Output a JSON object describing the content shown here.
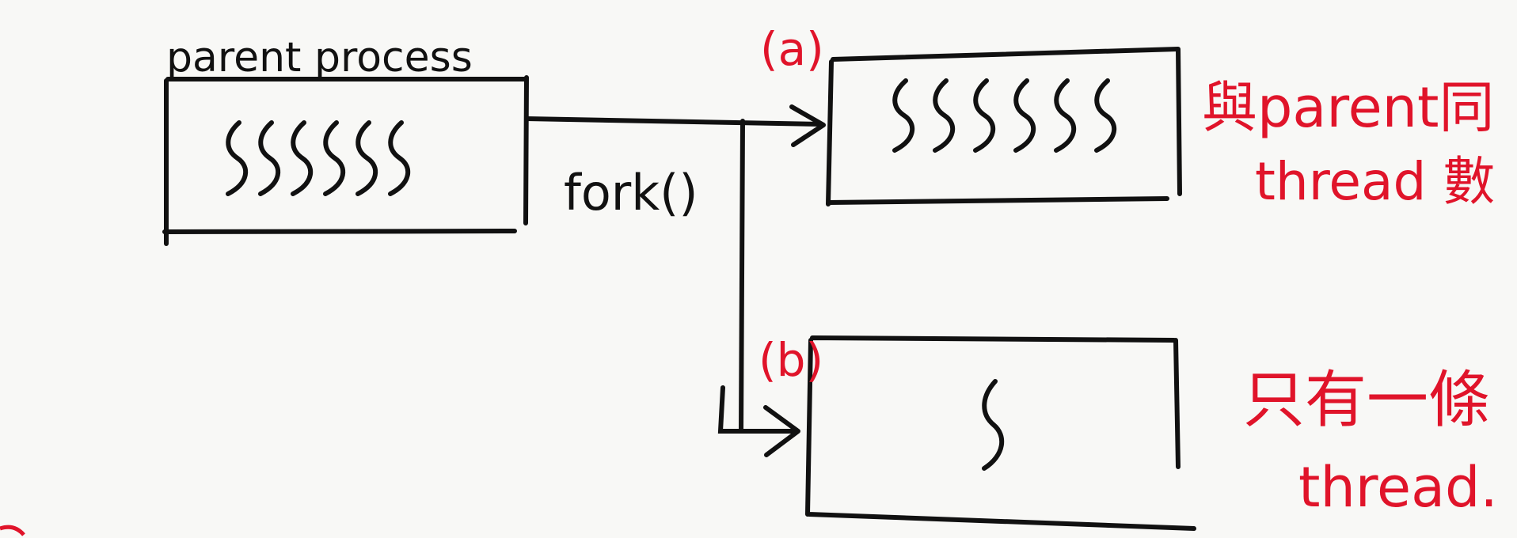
{
  "colors": {
    "ink": "#111111",
    "annotation": "#e0142a",
    "paper": "#f8f8f6"
  },
  "labels": {
    "parent_title": "parent process",
    "fork_call": "fork()",
    "option_a": "(a)",
    "option_b": "(b)",
    "note_a_line1": "與parent同",
    "note_a_line2": "thread 數",
    "note_b_line1": "只有一條",
    "note_b_line2": "thread."
  },
  "threads": {
    "parent": 6,
    "child_a": 6,
    "child_b": 1
  }
}
